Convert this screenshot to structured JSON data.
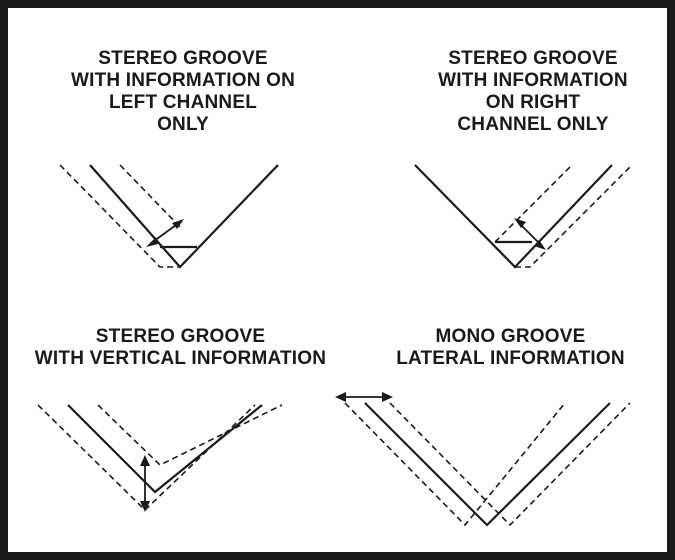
{
  "panels": {
    "top_left": {
      "caption_lines": [
        "STEREO GROOVE",
        "WITH INFORMATION ON",
        "LEFT CHANNEL",
        "ONLY"
      ]
    },
    "top_right": {
      "caption_lines": [
        "STEREO GROOVE",
        "WITH INFORMATION",
        "ON RIGHT",
        "CHANNEL ONLY"
      ]
    },
    "bottom_left": {
      "caption_lines": [
        "STEREO GROOVE",
        "WITH VERTICAL INFORMATION"
      ]
    },
    "bottom_right": {
      "caption_lines": [
        "MONO GROOVE",
        "LATERAL INFORMATION"
      ]
    }
  },
  "colors": {
    "ink": "#1a1a1a",
    "background": "#ffffff"
  }
}
